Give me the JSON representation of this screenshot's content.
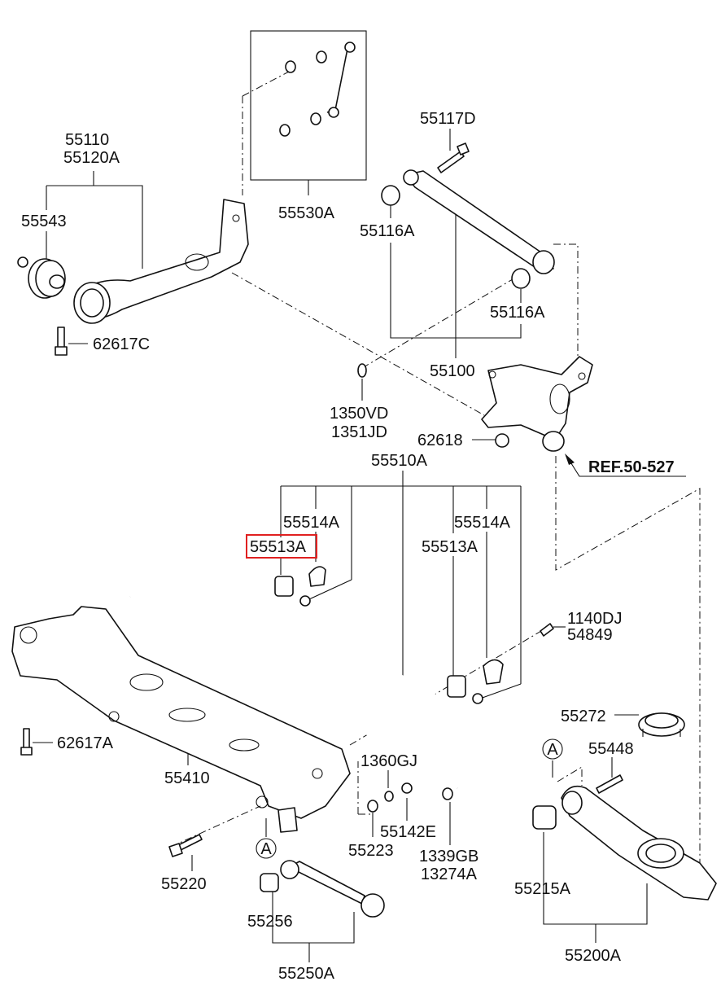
{
  "labels": {
    "l55530a": "55530A",
    "l55117d": "55117D",
    "l55110": "55110",
    "l55120a": "55120A",
    "l55543": "55543",
    "l55116a_top": "55116A",
    "l55116a_bot": "55116A",
    "l62617c": "62617C",
    "l55100": "55100",
    "l1350vd": "1350VD",
    "l1351jd": "1351JD",
    "l62618": "62618",
    "l55510a": "55510A",
    "ref": "REF.50-527",
    "l55514a_left": "55514A",
    "l55514a_right": "55514A",
    "l55513a_left": "55513A",
    "l55513a_right": "55513A",
    "l1140dj": "1140DJ",
    "l54849": "54849",
    "l55272": "55272",
    "l62617a": "62617A",
    "l55448": "55448",
    "l55410": "55410",
    "l1360gj": "1360GJ",
    "l55142e": "55142E",
    "l55223": "55223",
    "l1339gb": "1339GB",
    "l13274a": "13274A",
    "l55220": "55220",
    "l55215a": "55215A",
    "l55256": "55256",
    "l55200a": "55200A",
    "l55250a": "55250A",
    "callout_a1": "A",
    "callout_a2": "A"
  },
  "highlight": {
    "part": "55513A",
    "color": "#e02020"
  }
}
